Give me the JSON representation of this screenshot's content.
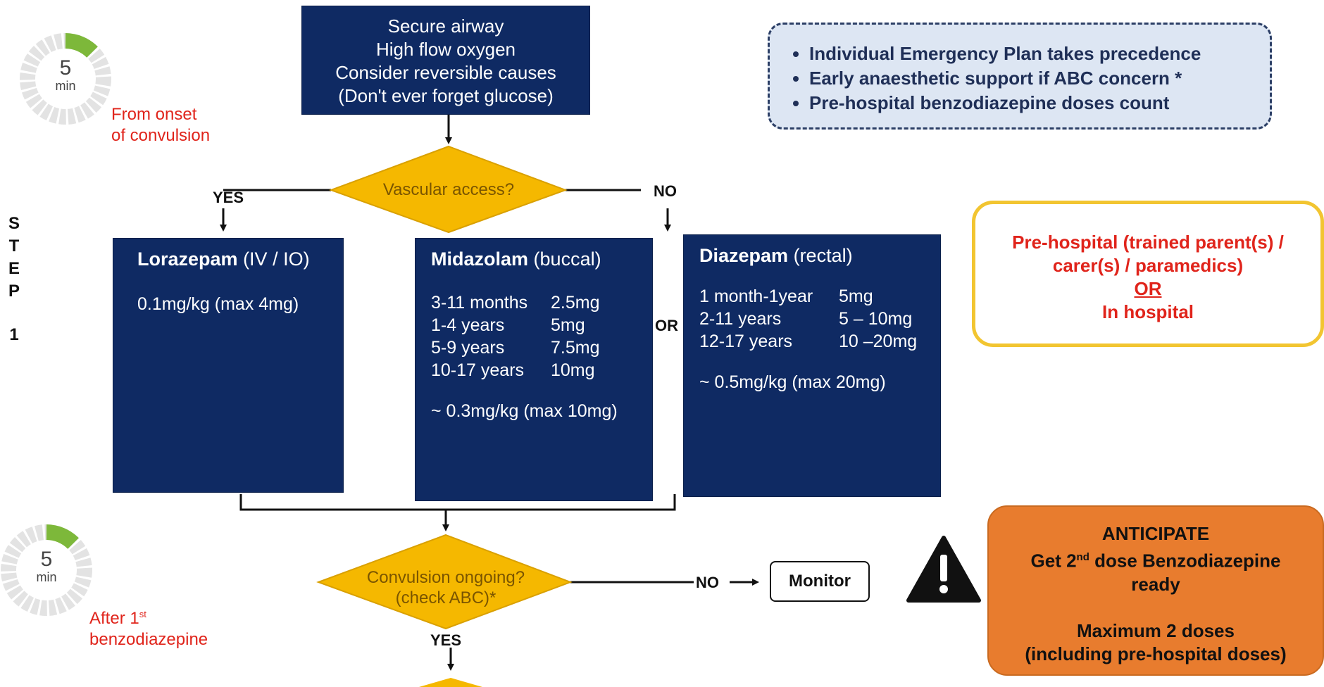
{
  "timers": [
    {
      "number": "5",
      "unit": "min",
      "caption_lines": [
        "From onset",
        "of convulsion"
      ]
    },
    {
      "number": "5",
      "unit": "min",
      "caption_line1_pre": "After 1",
      "caption_line1_sup": "st",
      "caption_line2": "benzodiazepine"
    }
  ],
  "step_label": {
    "letters": [
      "S",
      "T",
      "E",
      "P"
    ],
    "number": "1"
  },
  "start_box": {
    "lines": [
      "Secure airway",
      "High flow oxygen",
      "Consider reversible causes",
      "(Don't ever forget glucose)"
    ]
  },
  "info_box": {
    "bullets": [
      "Individual Emergency Plan takes precedence",
      "Early anaesthetic support if ABC concern *",
      "Pre-hospital benzodiazepine doses count"
    ]
  },
  "decision_vascular": {
    "text": "Vascular access?",
    "yes_label": "YES",
    "no_label": "NO"
  },
  "or_label": "OR",
  "drugs": {
    "lorazepam": {
      "name": "Lorazepam",
      "route": "(IV / IO)",
      "dose": "0.1mg/kg (max 4mg)"
    },
    "midazolam": {
      "name": "Midazolam",
      "route": "(buccal)",
      "rows": [
        {
          "age": "3-11 months",
          "dose": "2.5mg"
        },
        {
          "age": "1-4 years",
          "dose": "5mg"
        },
        {
          "age": "5-9 years",
          "dose": "7.5mg"
        },
        {
          "age": "10-17 years",
          "dose": "10mg"
        }
      ],
      "note": "~ 0.3mg/kg (max 10mg)"
    },
    "diazepam": {
      "name": "Diazepam",
      "route": "(rectal)",
      "rows": [
        {
          "age": "1 month-1year",
          "dose": "5mg"
        },
        {
          "age": "2-11 years",
          "dose": "5 – 10mg"
        },
        {
          "age": "12-17 years",
          "dose": "10 –20mg"
        }
      ],
      "note": "~ 0.5mg/kg (max 20mg)"
    }
  },
  "setting_box": {
    "line1": "Pre-hospital (trained parent(s) /",
    "line2": "carer(s) / paramedics)",
    "or": "OR",
    "line3": "In hospital"
  },
  "decision_convulsion": {
    "line1": "Convulsion ongoing?",
    "line2": "(check ABC)*",
    "yes_label": "YES",
    "no_label": "NO"
  },
  "monitor_label": "Monitor",
  "warning_icon": "warning-triangle-icon",
  "anticipate_box": {
    "title": "ANTICIPATE",
    "line1_pre": "Get 2",
    "line1_sup": "nd",
    "line1_post": " dose Benzodiazepine",
    "line2": "ready",
    "line3": "Maximum 2 doses",
    "line4": "(including pre-hospital doses)"
  },
  "colors": {
    "navy": "#0f2a63",
    "diamond": "#f5b800",
    "red": "#e0241b",
    "orange": "#e87c2e",
    "yellow_border": "#f2c531",
    "info_bg": "#dde6f3",
    "timer_green": "#7db83a"
  }
}
